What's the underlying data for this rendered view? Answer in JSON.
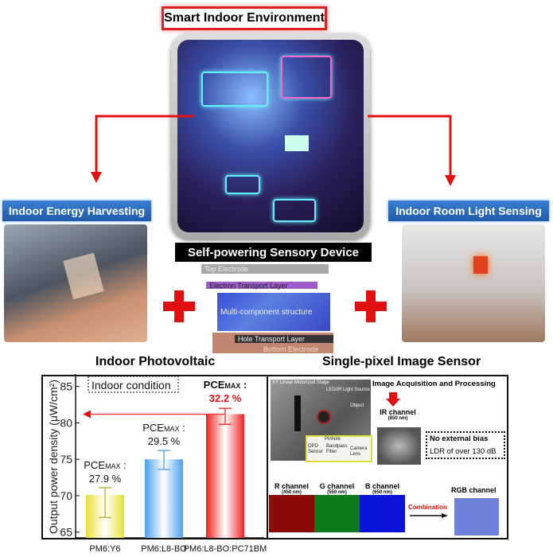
{
  "header": {
    "title": "Smart Indoor Environment"
  },
  "left": {
    "label": "Indoor Energy Harvesting",
    "caption": "Indoor Photovoltaic"
  },
  "right": {
    "label": "Indoor Room Light Sensing",
    "caption": "Single-pixel Image Sensor"
  },
  "device": {
    "title": "Self-powering Sensory Device",
    "layers": [
      "Top Electrode",
      "Electron Transport Layer",
      "Multi-component structure",
      "Hole Transport Layer",
      "Bottom Electrode"
    ]
  },
  "colors": {
    "accent_red": "#e01010",
    "label_blue": "#2a6cc0"
  },
  "chart_data": {
    "type": "bar",
    "categories": [
      "PM6:Y6",
      "PM6:L8-BO",
      "PM6:L8-BO:PC71BM"
    ],
    "values": [
      70.1,
      75.0,
      81.2
    ],
    "error_upper": [
      71.1,
      76.2,
      82.0
    ],
    "error_lower": [
      67.0,
      73.6,
      79.8
    ],
    "colors": [
      "#e6e034",
      "#4aa0f0",
      "#f02020"
    ],
    "ylabel": "Output power density (μW/cm²)",
    "ylim": [
      64.2,
      86.5
    ],
    "yticks": [
      65,
      70,
      75,
      80,
      85
    ],
    "grid": false,
    "annotations": [
      {
        "pce_label": "PCE",
        "pce_sub": "MAX",
        "suffix": " :",
        "value": "27.9 %"
      },
      {
        "pce_label": "PCE",
        "pce_sub": "MAX",
        "suffix": " :",
        "value": "29.5 %"
      },
      {
        "pce_label": "PCE",
        "pce_sub": "MAX",
        "suffix": " :",
        "value": "32.2 %"
      }
    ],
    "condition_label": "Indoor condition"
  },
  "sensor_panel": {
    "setup_labels": [
      "XY Linear Motorized Stage",
      "LED/IR Light Source",
      "Object",
      "Pinhole",
      "OPD Sensor",
      "Bandpass Filter",
      "Camera Lens"
    ],
    "process_title": "Image Acquisition and Processing",
    "ir": {
      "name": "IR channel",
      "wl": "(850 nm)"
    },
    "bias_box": {
      "line1": "No external bias",
      "line2": "LDR of over 130 dB"
    },
    "channels": [
      {
        "name": "R channel",
        "wl": "(450 nm)",
        "color": "#8a0a0a"
      },
      {
        "name": "G channel",
        "wl": "(550 nm)",
        "color": "#0a7a1a"
      },
      {
        "name": "B channel",
        "wl": "(650 nm)",
        "color": "#0a14d8"
      }
    ],
    "combination": "Combination",
    "rgb": "RGB channel"
  }
}
